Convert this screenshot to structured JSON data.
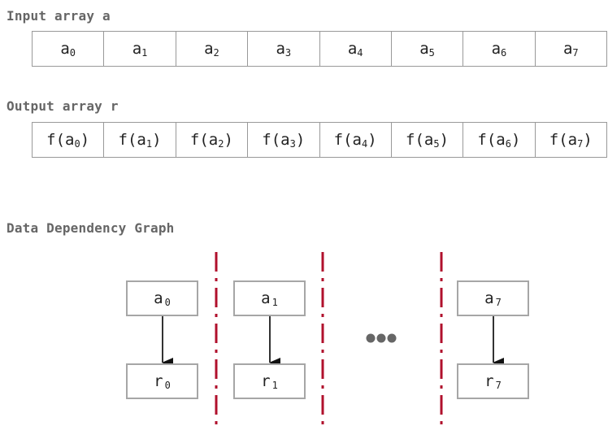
{
  "input_section": {
    "heading": "Input array a",
    "cells": [
      {
        "base": "a",
        "sub": "0"
      },
      {
        "base": "a",
        "sub": "1"
      },
      {
        "base": "a",
        "sub": "2"
      },
      {
        "base": "a",
        "sub": "3"
      },
      {
        "base": "a",
        "sub": "4"
      },
      {
        "base": "a",
        "sub": "5"
      },
      {
        "base": "a",
        "sub": "6"
      },
      {
        "base": "a",
        "sub": "7"
      }
    ]
  },
  "output_section": {
    "heading": "Output array r",
    "cells": [
      {
        "pre": "f(a",
        "sub": "0",
        "post": ")"
      },
      {
        "pre": "f(a",
        "sub": "1",
        "post": ")"
      },
      {
        "pre": "f(a",
        "sub": "2",
        "post": ")"
      },
      {
        "pre": "f(a",
        "sub": "3",
        "post": ")"
      },
      {
        "pre": "f(a",
        "sub": "4",
        "post": ")"
      },
      {
        "pre": "f(a",
        "sub": "5",
        "post": ")"
      },
      {
        "pre": "f(a",
        "sub": "6",
        "post": ")"
      },
      {
        "pre": "f(a",
        "sub": "7",
        "post": ")"
      }
    ]
  },
  "graph_section": {
    "heading": "Data Dependency Graph",
    "columns": [
      {
        "input": {
          "base": "a",
          "sub": "0"
        },
        "output": {
          "base": "r",
          "sub": "0"
        }
      },
      {
        "input": {
          "base": "a",
          "sub": "1"
        },
        "output": {
          "base": "r",
          "sub": "1"
        }
      },
      {
        "input": {
          "base": "a",
          "sub": "7"
        },
        "output": {
          "base": "r",
          "sub": "7"
        }
      }
    ],
    "ellipsis_icon": "ellipsis-dots",
    "colors": {
      "divider": "#b0102c",
      "ellipsis": "#666666",
      "arrow": "#333333",
      "box_border": "#a6a6a6",
      "heading": "#666666"
    }
  }
}
